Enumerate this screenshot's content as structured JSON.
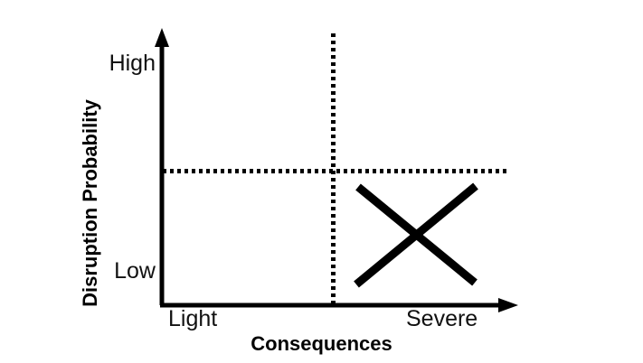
{
  "figure": {
    "type": "risk-matrix-diagram",
    "background_color": "#ffffff",
    "line_color": "#000000"
  },
  "chart_data": {
    "type": "scatter",
    "title": "",
    "xlabel": "Consequences",
    "ylabel": "Disruption Probability",
    "x_tick_labels": [
      "Light",
      "Severe"
    ],
    "y_tick_labels": [
      "Low",
      "High"
    ],
    "xlim": [
      "Light",
      "Severe"
    ],
    "ylim": [
      "Low",
      "High"
    ],
    "grid": false,
    "legend": "none",
    "annotations": [
      {
        "name": "vertical-divider",
        "style": "dotted",
        "orientation": "vertical",
        "x_fraction": 0.48,
        "description": "Dotted vertical line splitting consequences into light and severe halves"
      },
      {
        "name": "horizontal-divider",
        "style": "dotted",
        "orientation": "horizontal",
        "y_fraction": 0.49,
        "description": "Dotted horizontal line splitting disruption probability into low and high halves"
      },
      {
        "name": "cross-marker",
        "style": "solid-x",
        "quadrant": "low-probability-severe-consequences",
        "description": "Bold X mark placed in the lower-right quadrant"
      }
    ]
  },
  "axes": {
    "y": {
      "title": "Disruption Probability",
      "ticks": [
        {
          "label": "High",
          "position": "top"
        },
        {
          "label": "Low",
          "position": "bottom"
        }
      ]
    },
    "x": {
      "title": "Consequences",
      "ticks": [
        {
          "label": "Light",
          "position": "left"
        },
        {
          "label": "Severe",
          "position": "right"
        }
      ]
    }
  },
  "colors": {
    "stroke": "#000000",
    "background": "#ffffff",
    "text": "#111111"
  }
}
